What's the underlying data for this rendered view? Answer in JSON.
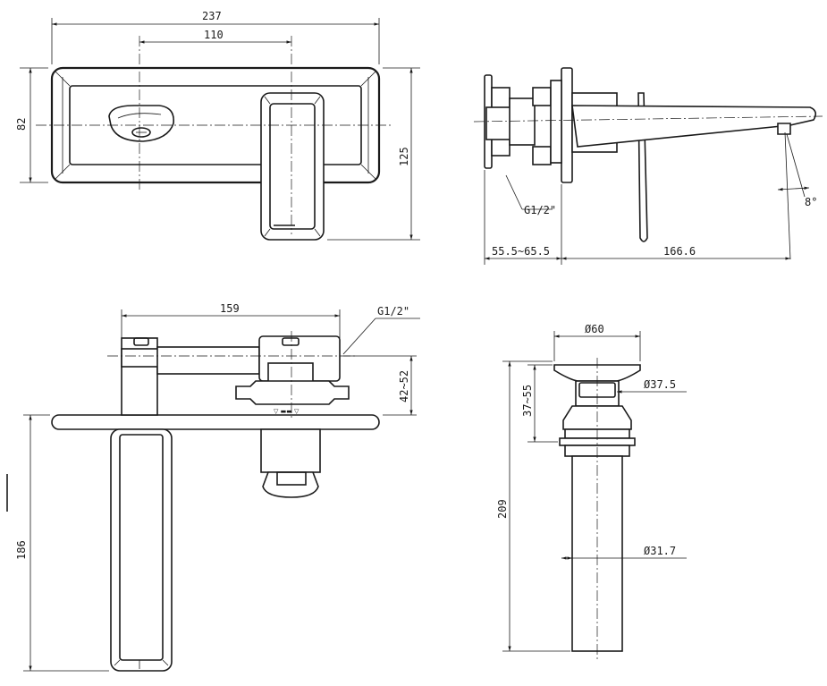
{
  "dimensions": {
    "top_width": "237",
    "top_center_dist": "110",
    "top_height_left": "82",
    "top_height_right": "125",
    "side_thread": "G1/2\"",
    "side_angle": "8°",
    "side_wall": "55.5~65.5",
    "side_reach": "166.6",
    "bottom_width": "159",
    "bottom_thread": "G1/2\"",
    "bottom_depth": "42~52",
    "bottom_spout_len": "186",
    "drain_cap": "Ø60",
    "drain_neck": "Ø37.5",
    "drain_adjust": "37~55",
    "drain_length": "209",
    "drain_pipe": "Ø31.7"
  }
}
